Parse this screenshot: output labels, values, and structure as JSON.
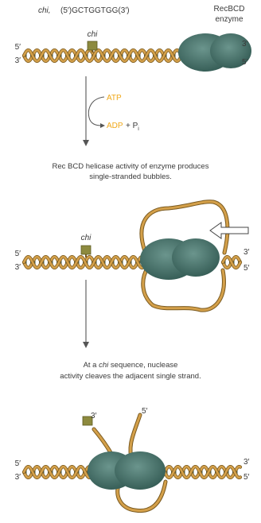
{
  "panel1": {
    "sequence_name": "chi,",
    "sequence": "(5′)GCTGGTGG(3′)",
    "enzyme_label_line1": "RecBCD",
    "enzyme_label_line2": "enzyme",
    "chi_label": "chi",
    "end_5_left": "5′",
    "end_3_left": "3′",
    "end_3_right": "3′",
    "end_5_right": "5′"
  },
  "step1": {
    "atp": "ATP",
    "adp": "ADP",
    "plus_pi": "+ P",
    "pi_subscript": "i",
    "caption_line1": "Rec BCD helicase activity of enzyme produces",
    "caption_line2": "single-stranded bubbles."
  },
  "panel2": {
    "chi_label": "chi",
    "end_5_left": "5′",
    "end_3_left": "3′",
    "end_3_right": "3′",
    "end_5_right": "5′"
  },
  "step2": {
    "caption_line1_pre": "At a ",
    "caption_line1_italic": "chi",
    "caption_line1_post": " sequence, nuclease",
    "caption_line2": "activity cleaves the adjacent single strand."
  },
  "panel3": {
    "cut_end_3": "3′",
    "cut_end_5": "5′",
    "end_5_left": "5′",
    "end_3_left": "3′",
    "end_3_right": "3′",
    "end_5_right": "5′"
  },
  "colors": {
    "strand": "#d4a04a",
    "strand_outline": "#7a5a20",
    "rung": "#2f4a3a",
    "enzyme": "#3f6d65",
    "chi_box": "#8d8a3e",
    "atp_text": "#f0a818"
  }
}
